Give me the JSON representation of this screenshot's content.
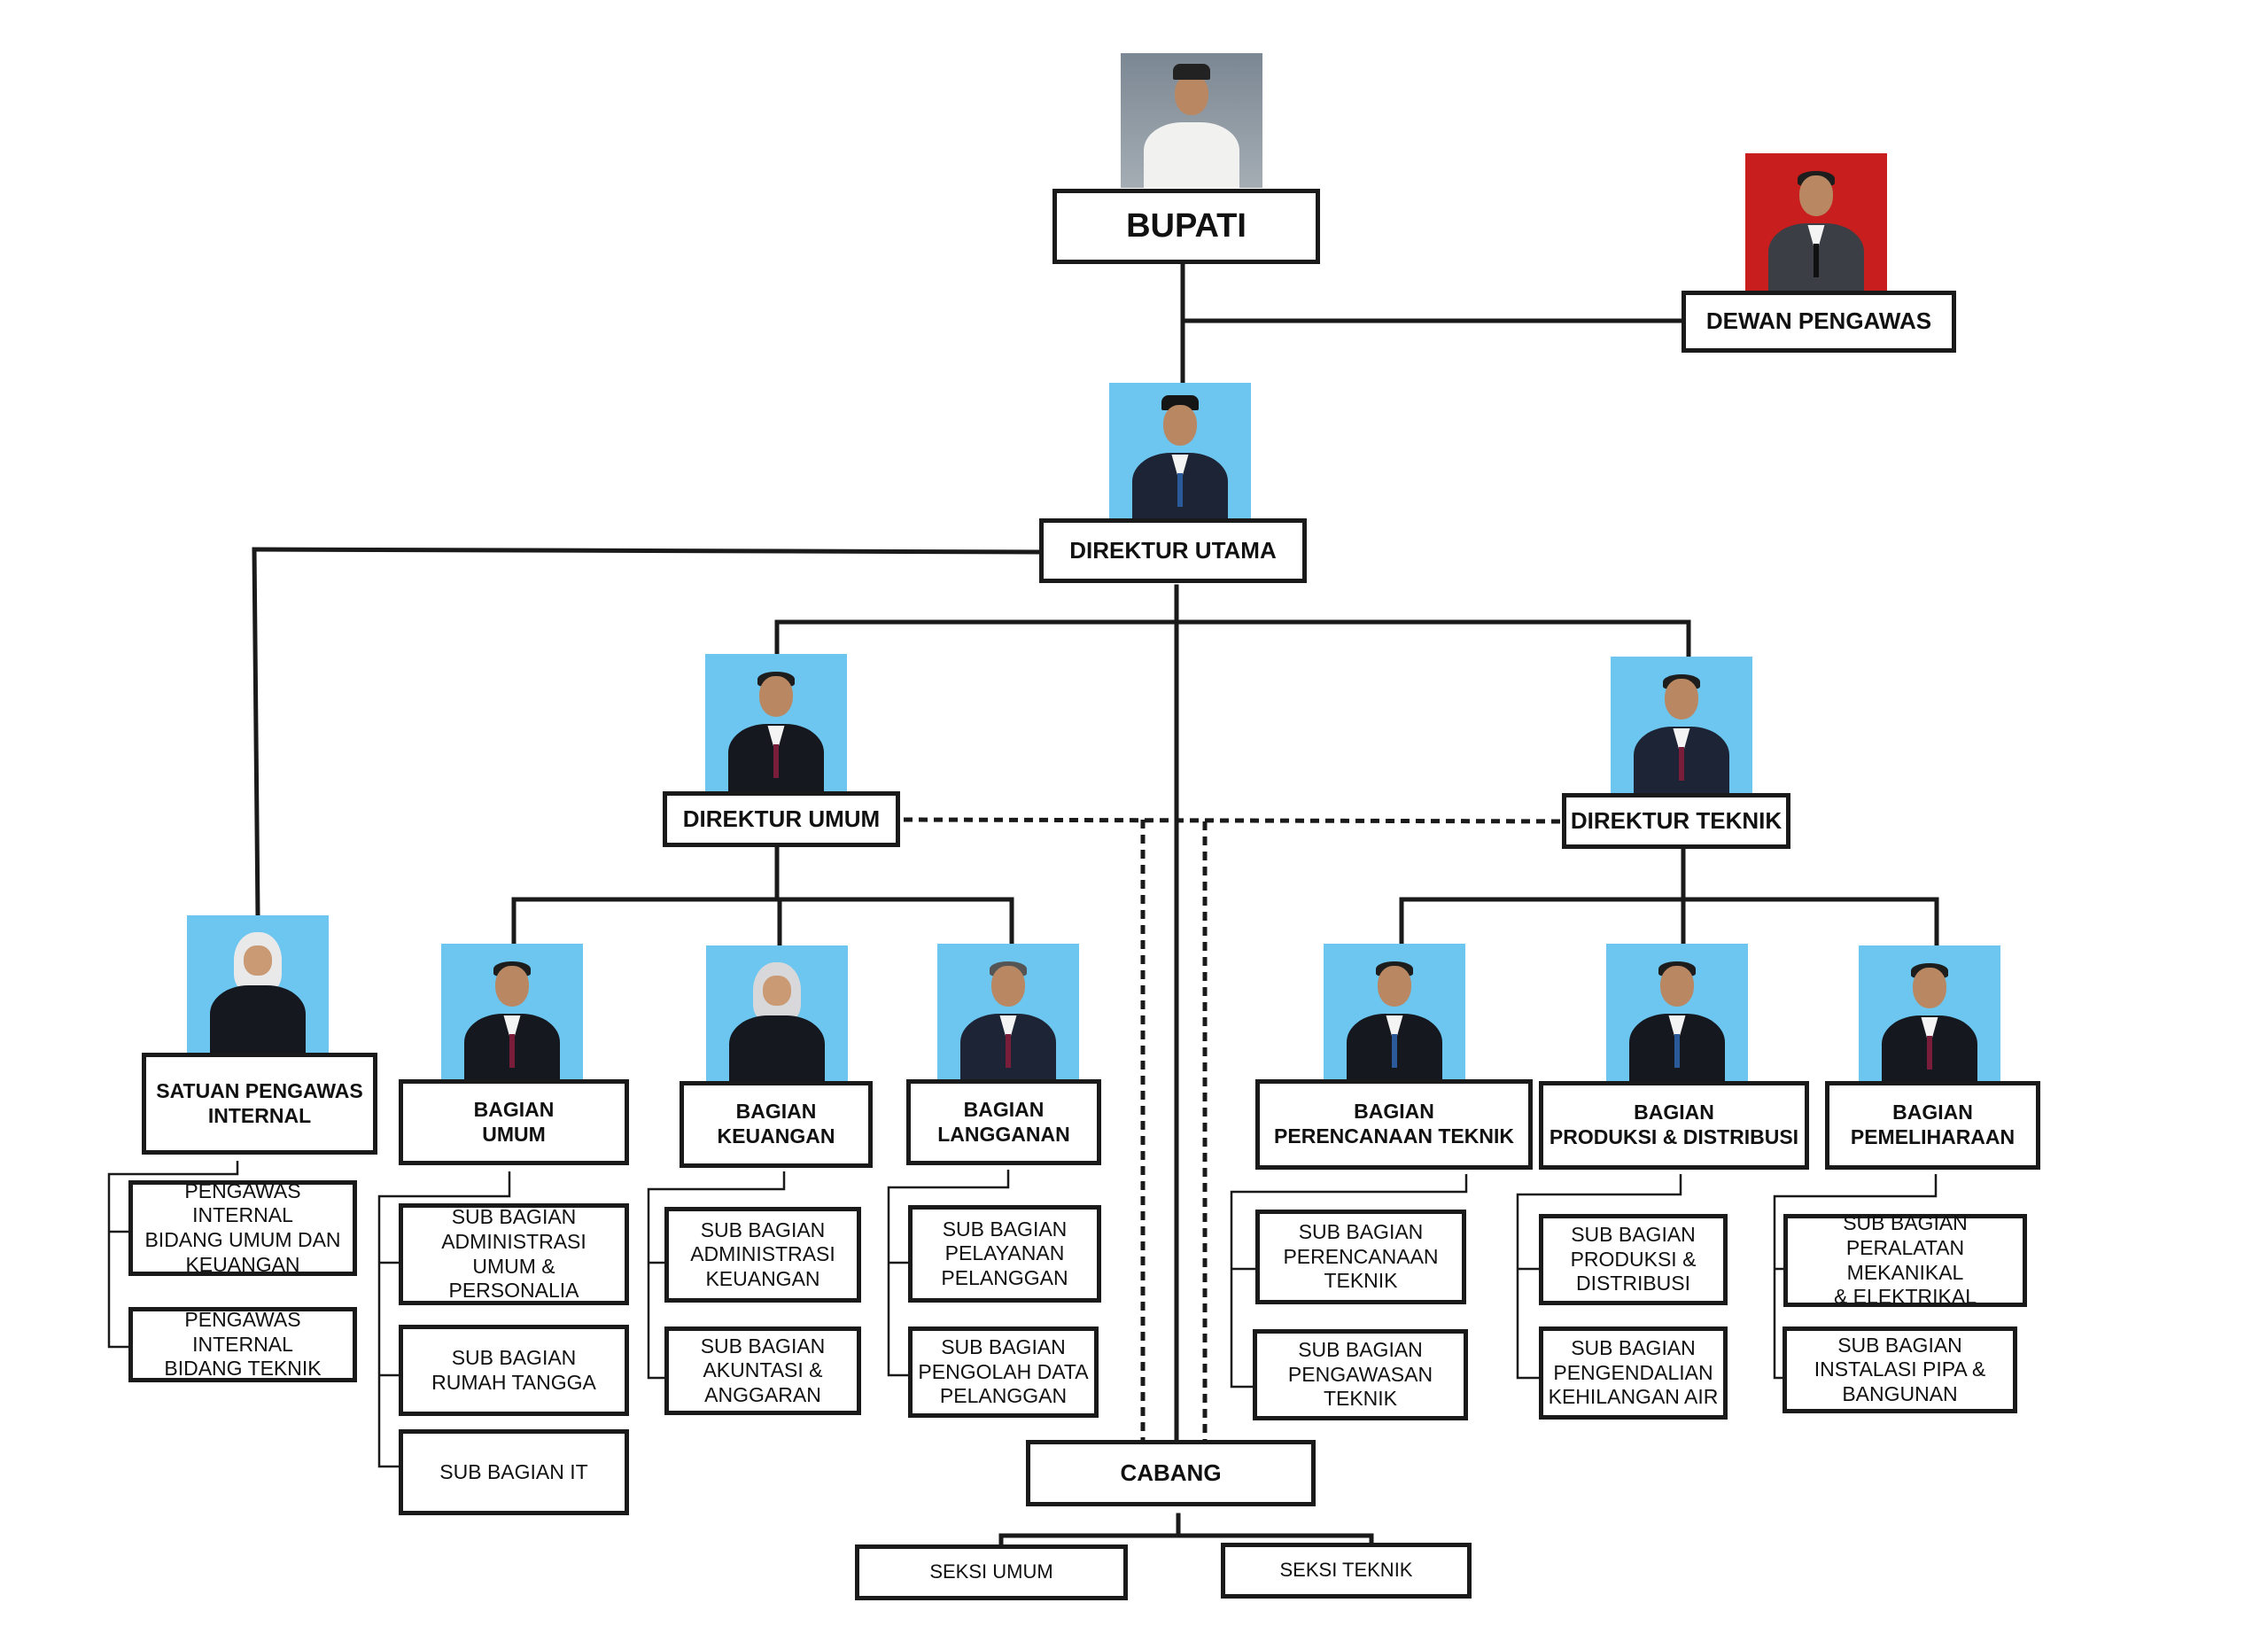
{
  "colors": {
    "line": "#1a1a1a",
    "photo_blue": "#6cc6ef",
    "photo_red": "#c81e1e"
  },
  "boxes": {
    "bupati": "BUPATI",
    "dewan_pengawas": "DEWAN PENGAWAS",
    "direktur_utama": "DIREKTUR UTAMA",
    "direktur_umum": "DIREKTUR UMUM",
    "direktur_teknik": "DIREKTUR TEKNIK",
    "satuan_pengawas_internal": "SATUAN PENGAWAS\nINTERNAL",
    "pengawas_internal_umum": "PENGAWAS INTERNAL\nBIDANG UMUM DAN\nKEUANGAN",
    "pengawas_internal_teknik": "PENGAWAS INTERNAL\nBIDANG TEKNIK",
    "bagian_umum": "BAGIAN\nUMUM",
    "bagian_keuangan": "BAGIAN\nKEUANGAN",
    "bagian_langganan": "BAGIAN\nLANGGANAN",
    "bagian_perencanaan_teknik": "BAGIAN\nPERENCANAAN TEKNIK",
    "bagian_produksi_distribusi": "BAGIAN\nPRODUKSI & DISTRIBUSI",
    "bagian_pemeliharaan": "BAGIAN\nPEMELIHARAAN",
    "sub_admin_umum_personalia": "SUB BAGIAN\nADMINISTRASI\nUMUM & PERSONALIA",
    "sub_rumah_tangga": "SUB BAGIAN\nRUMAH TANGGA",
    "sub_it": "SUB BAGIAN IT",
    "sub_admin_keuangan": "SUB BAGIAN\nADMINISTRASI\nKEUANGAN",
    "sub_akuntasi_anggaran": "SUB BAGIAN\nAKUNTASI &\nANGGARAN",
    "sub_pelayanan_pelanggan": "SUB BAGIAN\nPELAYANAN\nPELANGGAN",
    "sub_pengolah_data": "SUB BAGIAN\nPENGOLAH DATA\nPELANGGAN",
    "sub_perencanaan_teknik": "SUB BAGIAN\nPERENCANAAN\nTEKNIK",
    "sub_pengawasan_teknik": "SUB BAGIAN\nPENGAWASAN\nTEKNIK",
    "sub_produksi_distribusi": "SUB BAGIAN\nPRODUKSI &\nDISTRIBUSI",
    "sub_pengendalian_air": "SUB BAGIAN\nPENGENDALIAN\nKEHILANGAN AIR",
    "sub_peralatan_mekanikal": "SUB BAGIAN\nPERALATAN MEKANIKAL\n& ELEKTRIKAL",
    "sub_instalasi_pipa": "SUB BAGIAN\nINSTALASI PIPA &\nBANGUNAN",
    "cabang": "CABANG",
    "seksi_umum": "SEKSI UMUM",
    "seksi_teknik": "SEKSI TEKNIK"
  }
}
